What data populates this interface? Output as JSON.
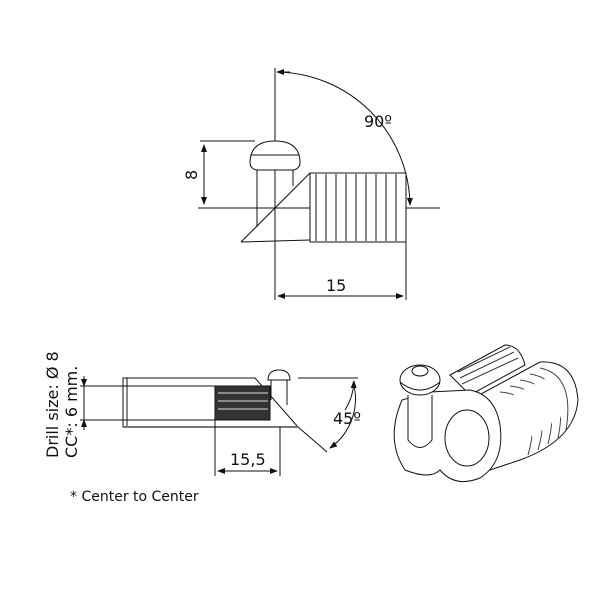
{
  "top_view": {
    "angle_label": "90º",
    "height_label": "8",
    "length_label": "15"
  },
  "side_view": {
    "drill_label": "Drill size: Ø 8",
    "cc_label": "CC*: 6 mm.",
    "depth_label": "15,5",
    "angle_label": "45º"
  },
  "footnote": "* Center to Center",
  "colors": {
    "line": "#111111",
    "thread_fill": "#9a9a9a",
    "background": "#ffffff"
  }
}
